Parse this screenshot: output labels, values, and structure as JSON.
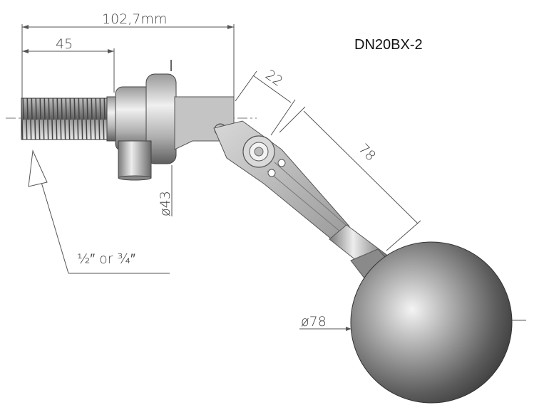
{
  "model": "DN20BX-2",
  "dimensions": {
    "overall_length": "102,7mm",
    "thread_length": "45",
    "arm_offset": "22",
    "arm_length": "78",
    "body_diameter": "ø43",
    "ball_diameter": "ø78",
    "thread_size": "½″ or ¾″"
  },
  "colors": {
    "metal_light": "#e6e6e6",
    "metal_dark": "#6a6a6a",
    "line": "#555555"
  }
}
